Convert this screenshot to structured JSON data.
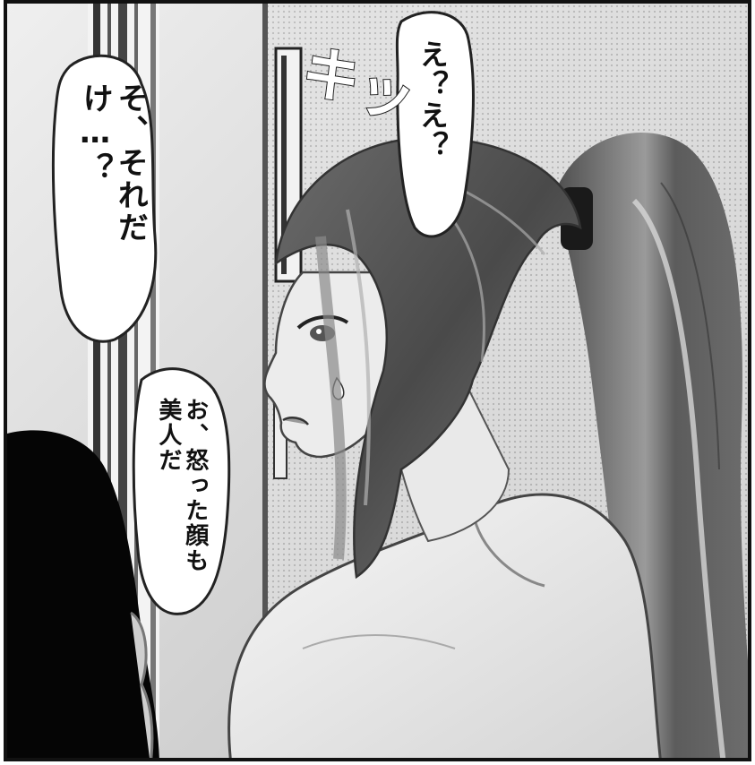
{
  "panel": {
    "speech_bubbles": [
      {
        "id": "left",
        "text": "そ、それだけ…？"
      },
      {
        "id": "top",
        "text": "え？え？"
      },
      {
        "id": "middle",
        "lines": [
          "お、怒った顔も",
          "美人だ"
        ]
      }
    ],
    "sound_effect": "キッ"
  },
  "colors": {
    "background": "#d8d8d8",
    "border": "#111111",
    "hair": "#5a5a5a",
    "skin": "#e8e8e8",
    "silhouette": "#050505"
  }
}
